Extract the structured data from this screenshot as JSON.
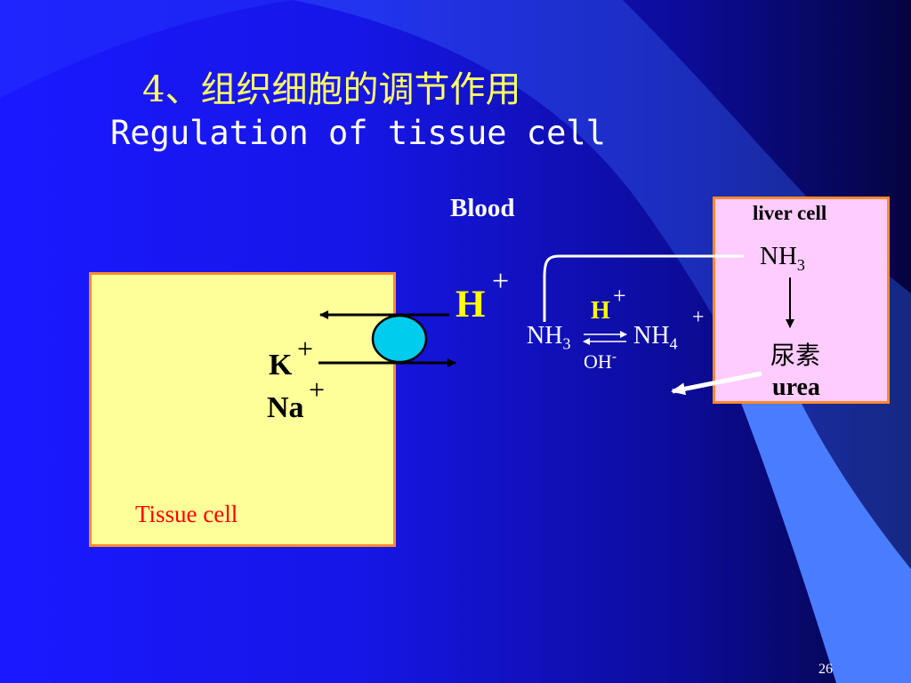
{
  "title": {
    "chinese": "4、组织细胞的调节作用",
    "english": "Regulation of tissue cell"
  },
  "labels": {
    "blood": "Blood",
    "liver_cell": "liver cell",
    "tissue_cell": "Tissue cell"
  },
  "ions": {
    "h_plus_big": {
      "base": "H",
      "sup": "+"
    },
    "k_plus": {
      "base": "K",
      "sup": "+"
    },
    "na_plus": {
      "base": "Na",
      "sup": "+"
    }
  },
  "reaction": {
    "catalyst_top": {
      "base": "H",
      "sup": "+"
    },
    "reactant": {
      "base": "NH",
      "sub": "3"
    },
    "product": {
      "base": "NH",
      "sub": "4",
      "sup": "+"
    },
    "reverse": {
      "base": "OH",
      "sup": "-"
    }
  },
  "liver": {
    "nh3": {
      "base": "NH",
      "sub": "3"
    },
    "urea_cn": "尿素",
    "urea_en": "urea"
  },
  "page_number": "26",
  "colors": {
    "background": "#1a18ff",
    "title_cn": "#ffff66",
    "tissue_cell_fill": "#ffff99",
    "liver_cell_fill": "#ffccff",
    "box_border": "#ff8a2b",
    "transporter": "#00ccee",
    "tissue_cell_label": "#ff0000"
  }
}
